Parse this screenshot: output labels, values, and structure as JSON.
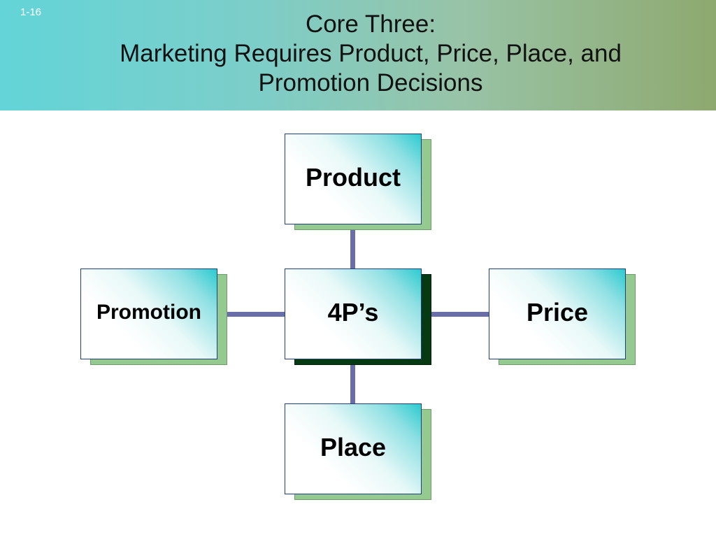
{
  "slide_number": "1-16",
  "title": {
    "line1": "Core Three:",
    "line2": "Marketing Requires Product, Price, Place, and",
    "line3": "Promotion Decisions"
  },
  "diagram": {
    "center": "4P’s",
    "top": "Product",
    "left": "Promotion",
    "right": "Price",
    "bottom": "Place"
  }
}
